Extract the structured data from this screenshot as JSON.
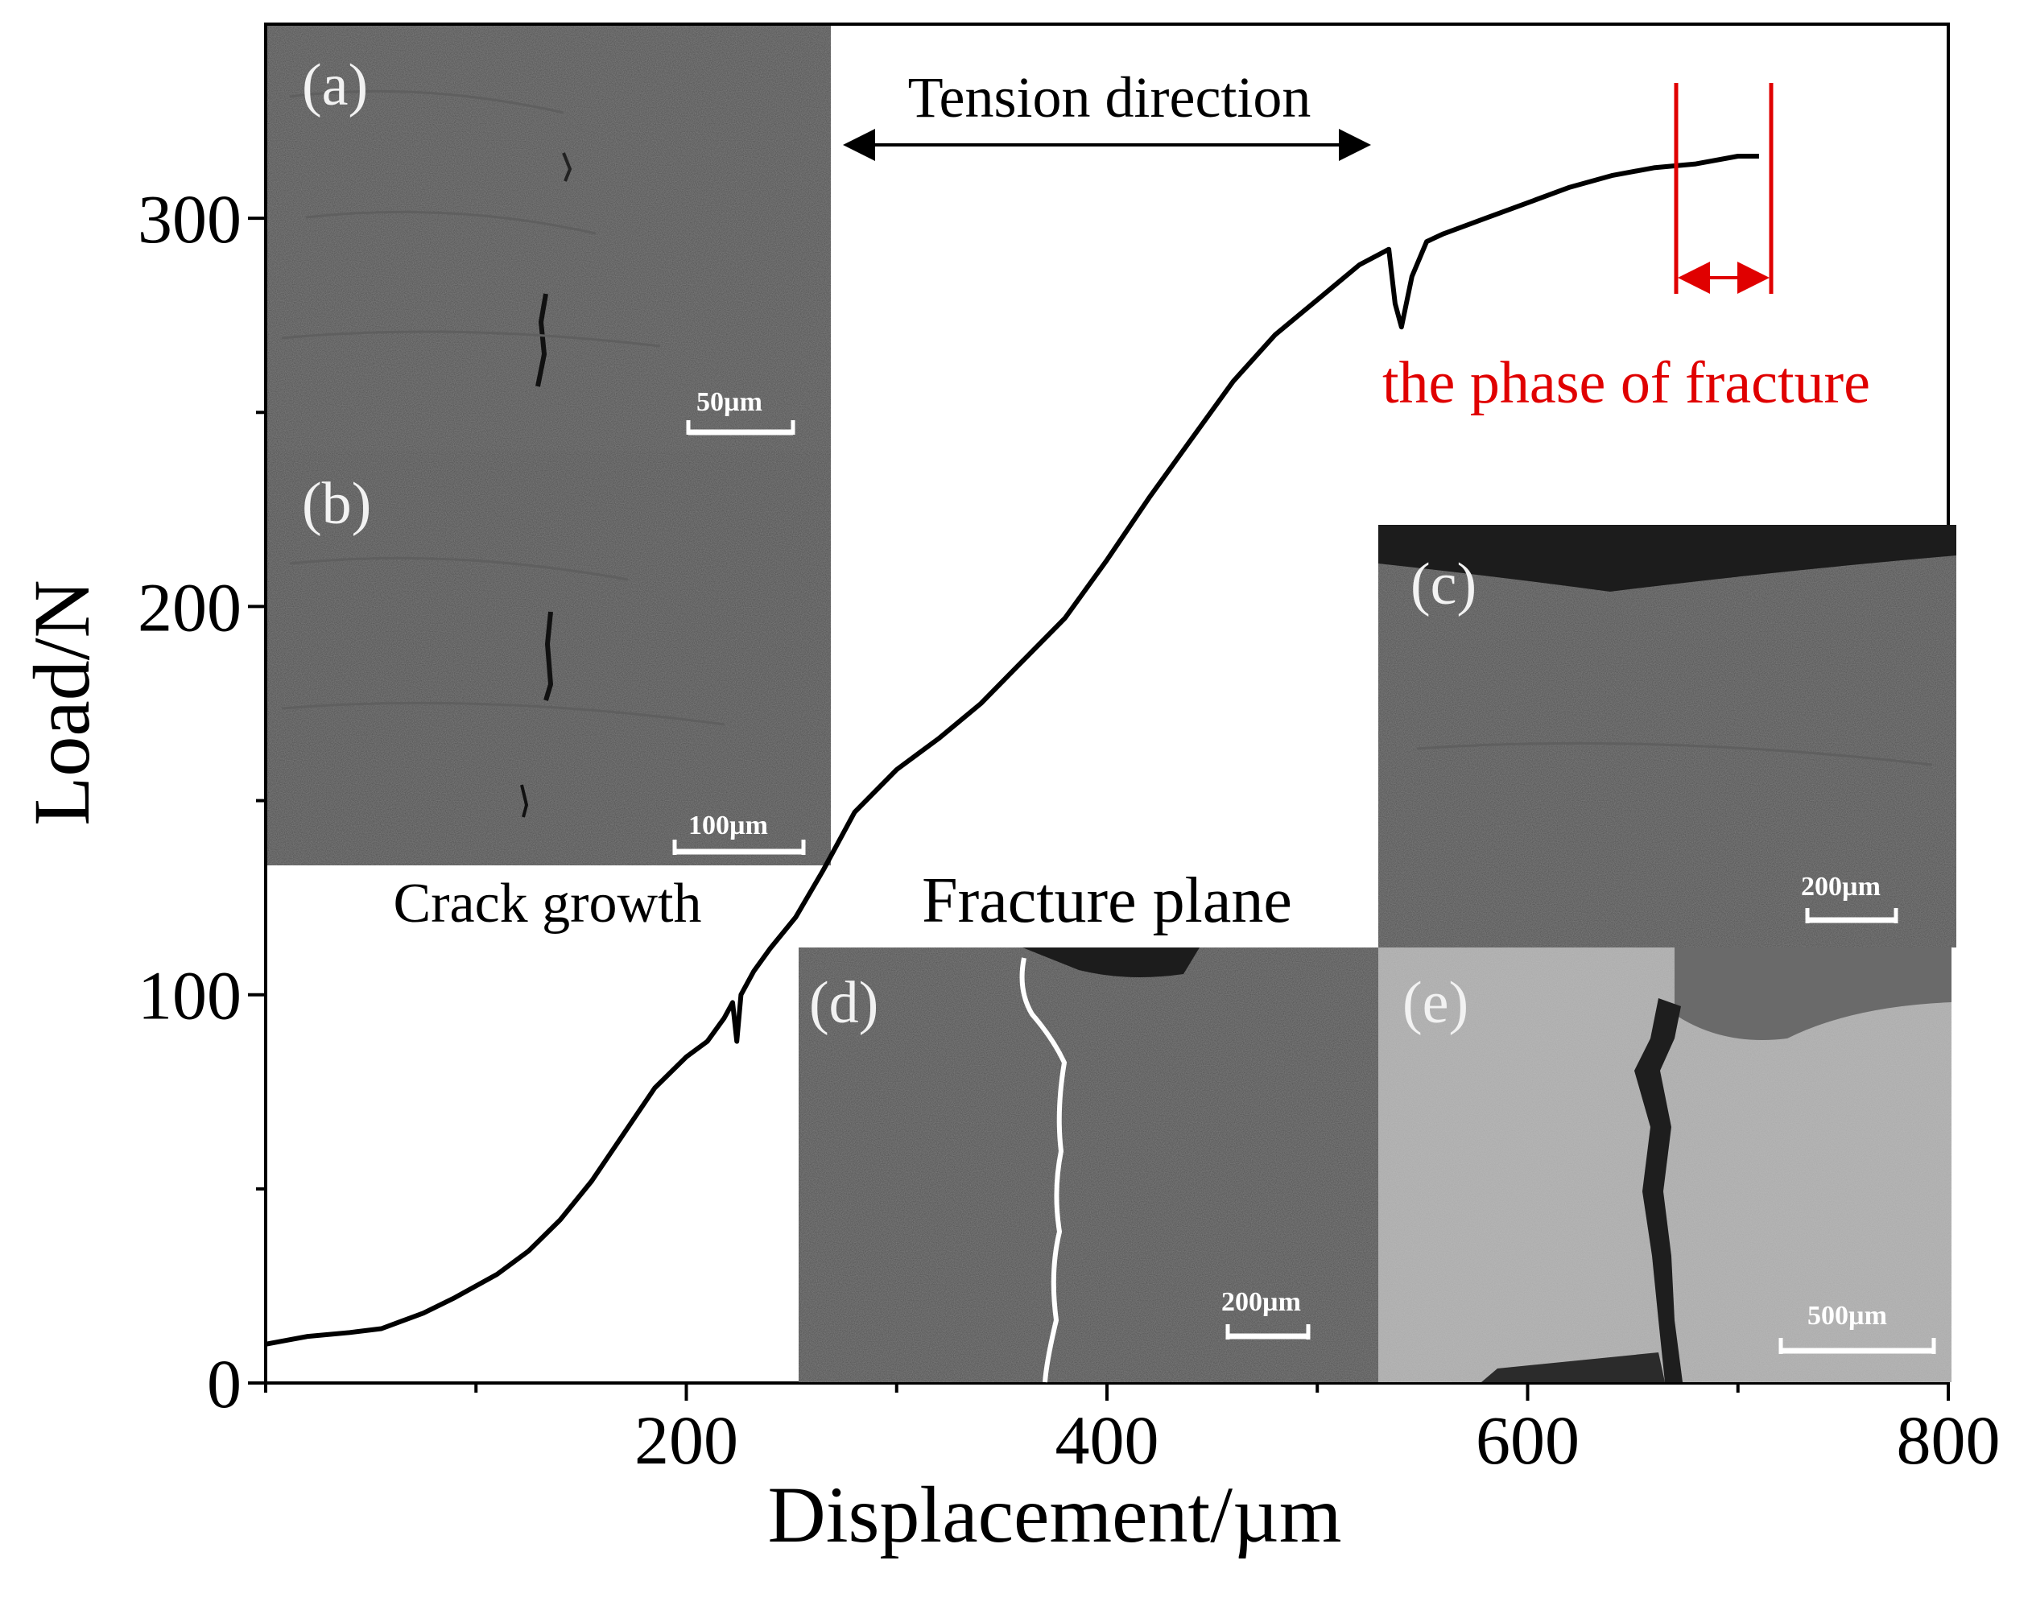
{
  "chart_data": {
    "type": "line",
    "xlabel": "Displacement/µm",
    "ylabel": "Load/N",
    "xlim": [
      0,
      800
    ],
    "ylim": [
      0,
      350
    ],
    "xticks": [
      200,
      400,
      600,
      800
    ],
    "yticks": [
      0,
      100,
      200,
      300
    ],
    "grid": false,
    "series": [
      {
        "points": [
          [
            0,
            10
          ],
          [
            10,
            11
          ],
          [
            20,
            12
          ],
          [
            40,
            13
          ],
          [
            55,
            14
          ],
          [
            65,
            16
          ],
          [
            75,
            18
          ],
          [
            90,
            22
          ],
          [
            110,
            28
          ],
          [
            125,
            34
          ],
          [
            140,
            42
          ],
          [
            155,
            52
          ],
          [
            170,
            64
          ],
          [
            185,
            76
          ],
          [
            200,
            84
          ],
          [
            210,
            88
          ],
          [
            218,
            94
          ],
          [
            222,
            98
          ],
          [
            224,
            88
          ],
          [
            226,
            100
          ],
          [
            232,
            106
          ],
          [
            240,
            112
          ],
          [
            252,
            120
          ],
          [
            265,
            132
          ],
          [
            280,
            147
          ],
          [
            300,
            158
          ],
          [
            320,
            166
          ],
          [
            340,
            175
          ],
          [
            360,
            186
          ],
          [
            380,
            197
          ],
          [
            400,
            212
          ],
          [
            420,
            228
          ],
          [
            440,
            243
          ],
          [
            460,
            258
          ],
          [
            480,
            270
          ],
          [
            500,
            279
          ],
          [
            520,
            288
          ],
          [
            534,
            292
          ],
          [
            537,
            278
          ],
          [
            540,
            272
          ],
          [
            545,
            285
          ],
          [
            552,
            294
          ],
          [
            560,
            296
          ],
          [
            580,
            300
          ],
          [
            600,
            304
          ],
          [
            620,
            308
          ],
          [
            640,
            311
          ],
          [
            660,
            313
          ],
          [
            680,
            314
          ],
          [
            700,
            316
          ],
          [
            710,
            316
          ]
        ]
      }
    ]
  },
  "annotations": {
    "tension_direction": "Tension direction",
    "crack_growth": "Crack growth",
    "fracture_plane": "Fracture plane",
    "phase_of_fracture": "the phase of fracture"
  },
  "panels": [
    {
      "id": "a",
      "label": "(a)",
      "scale": "50µm"
    },
    {
      "id": "b",
      "label": "(b)",
      "scale": "100µm"
    },
    {
      "id": "c",
      "label": "(c)",
      "scale": "200µm"
    },
    {
      "id": "d",
      "label": "(d)",
      "scale": "200µm"
    },
    {
      "id": "e",
      "label": "(e)",
      "scale": "500µm"
    }
  ],
  "colors": {
    "curve": "#000000",
    "fracture_marker": "#e00000",
    "sem_dark": "#4a4a4a",
    "sem_light": "#a8a8a8",
    "fracture_line": "#ffffff"
  }
}
